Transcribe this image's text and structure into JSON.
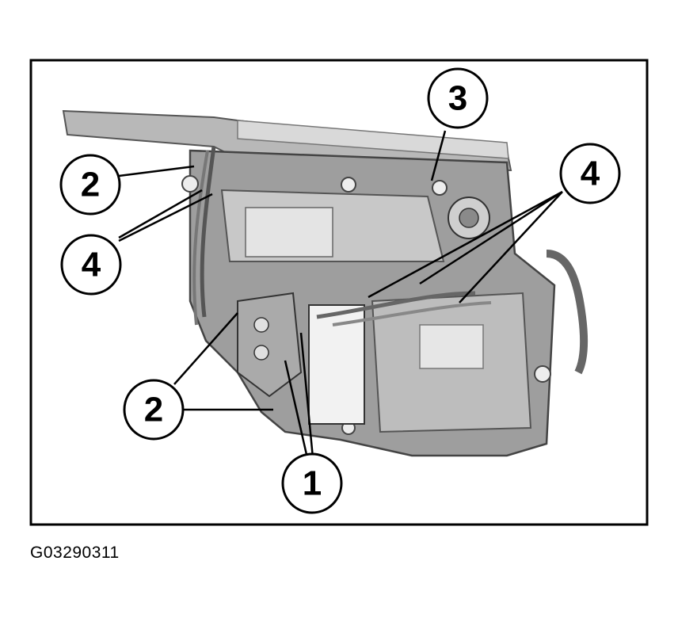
{
  "figure": {
    "id": "G03290311",
    "callouts": {
      "c1": "1",
      "c2a": "2",
      "c2b": "2",
      "c3": "3",
      "c4a": "4",
      "c4b": "4"
    }
  }
}
